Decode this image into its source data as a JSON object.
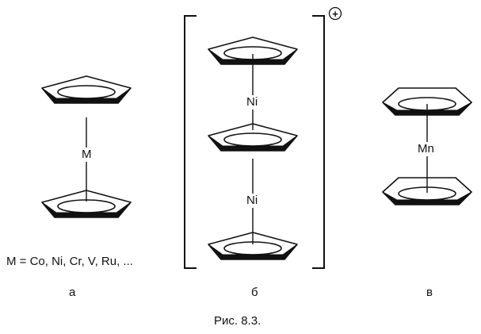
{
  "structure_a": {
    "metal_label": "M",
    "metal_list": "M = Co, Ni, Cr, V, Ru, ...",
    "panel_label": "а"
  },
  "structure_b": {
    "metal_label_top": "Ni",
    "metal_label_bottom": "Ni",
    "charge_symbol": "+",
    "panel_label": "б"
  },
  "structure_c": {
    "metal_label": "Mn",
    "panel_label": "в"
  },
  "caption": "Рис. 8.3.",
  "colors": {
    "ink": "#111111",
    "background": "#ffffff"
  }
}
